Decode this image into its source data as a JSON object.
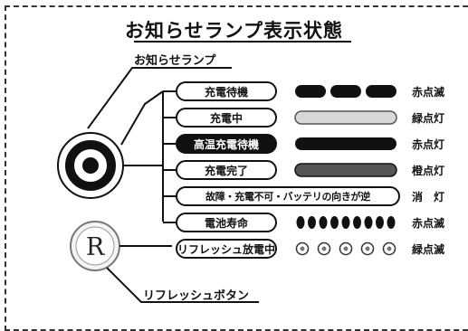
{
  "title": "お知らせランプ表示状態",
  "lamp_heading": "お知らせランプ",
  "reset_button": {
    "label": "リフレッシュボタン",
    "symbol": "R"
  },
  "rows": [
    {
      "label": "充電待機",
      "pattern": "blink-dashes",
      "status": "赤点滅"
    },
    {
      "label": "充電中",
      "pattern": "light-bar",
      "status": "緑点灯"
    },
    {
      "label": "高温充電待機",
      "pattern": "solid-bar",
      "status": "赤点灯"
    },
    {
      "label": "充電完了",
      "pattern": "dark-bar",
      "status": "橙点灯"
    },
    {
      "label": "故障・充電不可・バッテリの向きが逆",
      "pattern": "none",
      "status": "消　灯"
    },
    {
      "label": "電池寿命",
      "pattern": "fast-blink",
      "status": "赤点滅"
    },
    {
      "label": "リフレッシュ放電中",
      "pattern": "slow-blink",
      "status": "緑点滅"
    }
  ]
}
